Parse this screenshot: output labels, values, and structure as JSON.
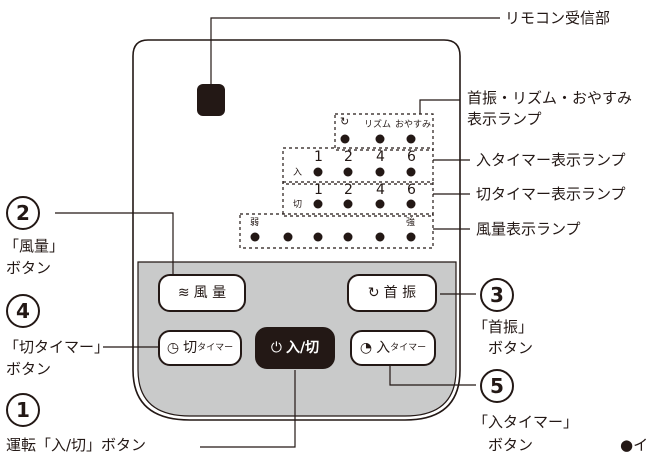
{
  "callouts": {
    "receiver": "リモコン受信部",
    "swing_lamp_line1": "首振・リズム・おやすみ",
    "swing_lamp_line2": "表示ランプ",
    "on_timer_lamp": "入タイマー表示ランプ",
    "off_timer_lamp": "切タイマー表示ランプ",
    "wind_lamp": "風量表示ランプ"
  },
  "button_labels": {
    "n2": "2",
    "n2_line1": "「風量」",
    "n2_line2": "ボタン",
    "n4": "4",
    "n4_line1": "「切タイマー」",
    "n4_line2": "ボタン",
    "n1": "1",
    "n1_line1": "運転「入/切」ボタン",
    "n3": "3",
    "n3_line1": "「首振」",
    "n3_line2": "ボタン",
    "n5": "5",
    "n5_line1": "「入タイマー」",
    "n5_line2": "ボタン",
    "footnote": "●イ"
  },
  "panel": {
    "swing_modes": [
      "リズム",
      "おやすみ"
    ],
    "on_prefix": "入",
    "off_prefix": "切",
    "hours": [
      "1",
      "2",
      "4",
      "6"
    ],
    "weak": "弱",
    "strong": "強"
  },
  "buttons": {
    "wind": "風 量",
    "wind_icon": "≋",
    "swing": "首 振",
    "swing_icon": "↻",
    "off_timer": "切",
    "off_timer_suffix": "タイマー",
    "power": "入/切",
    "power_icon": "⏻",
    "on_timer": "入",
    "on_timer_suffix": "タイマー"
  },
  "colors": {
    "ink": "#231815",
    "button_area": "#c9caca",
    "dashed": "#231815"
  }
}
